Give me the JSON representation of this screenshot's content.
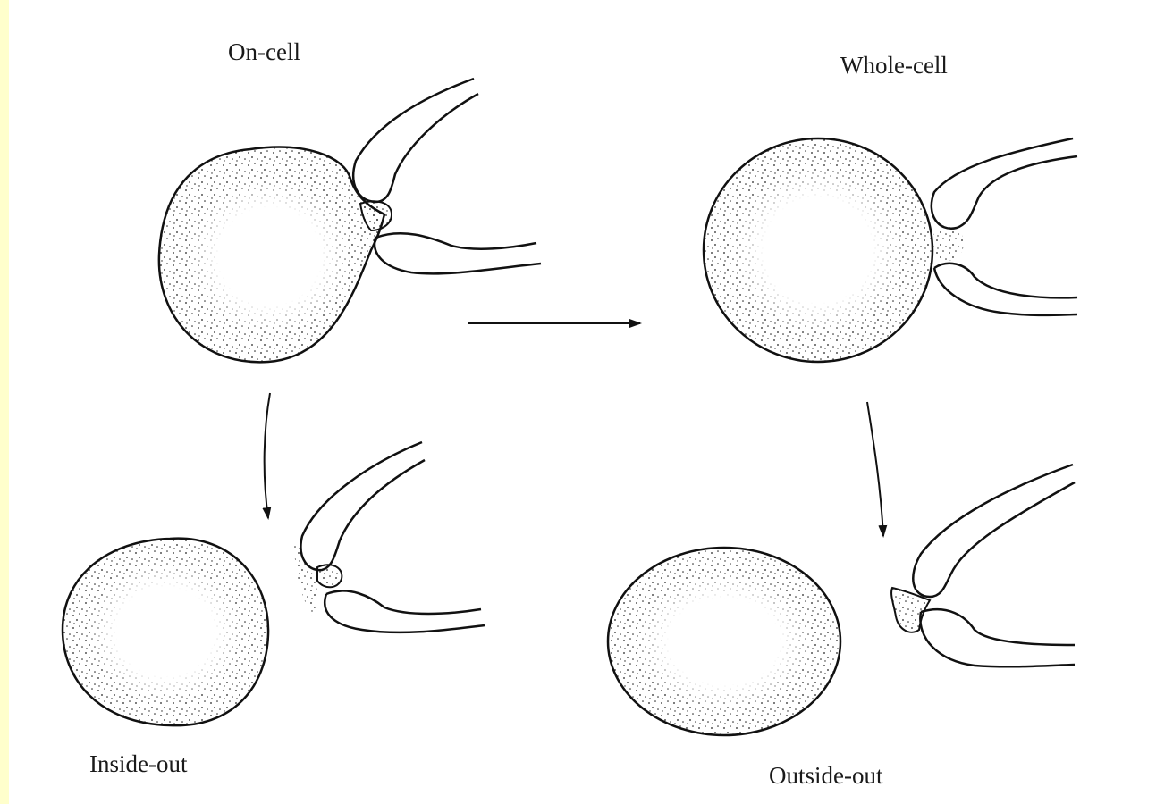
{
  "labels": {
    "on_cell": "On-cell",
    "whole_cell": "Whole-cell",
    "inside_out": "Inside-out",
    "outside_out": "Outside-out"
  },
  "colors": {
    "background": "#ffffcc",
    "panel": "#ffffff",
    "ink": "#111111"
  }
}
